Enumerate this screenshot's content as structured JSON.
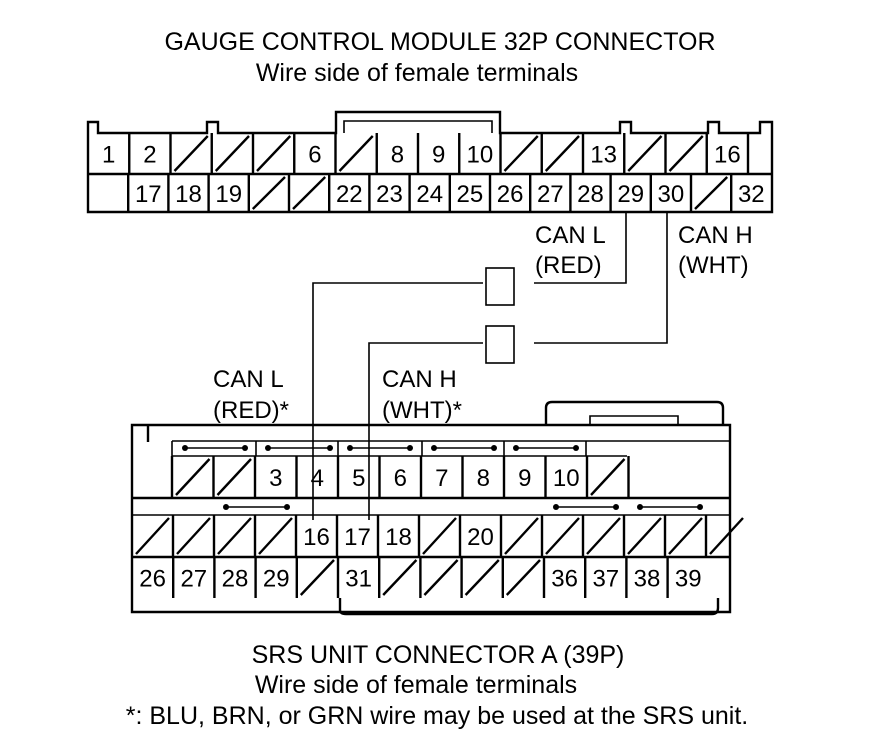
{
  "gauge": {
    "title": "GAUGE CONTROL MODULE 32P CONNECTOR",
    "subtitle": "Wire side of female terminals",
    "row1": [
      "1",
      "2",
      "",
      "",
      "",
      "6",
      "",
      "8",
      "9",
      "10",
      "",
      "",
      "13",
      "",
      "",
      "16"
    ],
    "row2": [
      "",
      "17",
      "18",
      "19",
      "",
      "",
      "22",
      "23",
      "24",
      "25",
      "26",
      "27",
      "28",
      "29",
      "30",
      "",
      "32"
    ]
  },
  "srs": {
    "title": "SRS UNIT CONNECTOR A (39P)",
    "subtitle": "Wire side of female terminals",
    "footnote": "*: BLU, BRN, or GRN wire may be used at the SRS unit.",
    "row1": [
      "",
      "",
      "3",
      "4",
      "5",
      "6",
      "7",
      "8",
      "9",
      "10",
      ""
    ],
    "row2": [
      "",
      "",
      "",
      "",
      "16",
      "17",
      "18",
      "",
      "20",
      "",
      "",
      "",
      "",
      "",
      ""
    ],
    "row3": [
      "26",
      "27",
      "28",
      "29",
      "",
      "31",
      "",
      "",
      "",
      "",
      "36",
      "37",
      "38",
      "39"
    ]
  },
  "wires": {
    "can_l_gauge": "CAN L",
    "can_l_gauge_color": "(RED)",
    "can_h_gauge": "CAN H",
    "can_h_gauge_color": "(WHT)",
    "can_l_srs": "CAN L",
    "can_l_srs_color": "(RED)*",
    "can_h_srs": "CAN H",
    "can_h_srs_color": "(WHT)*"
  }
}
